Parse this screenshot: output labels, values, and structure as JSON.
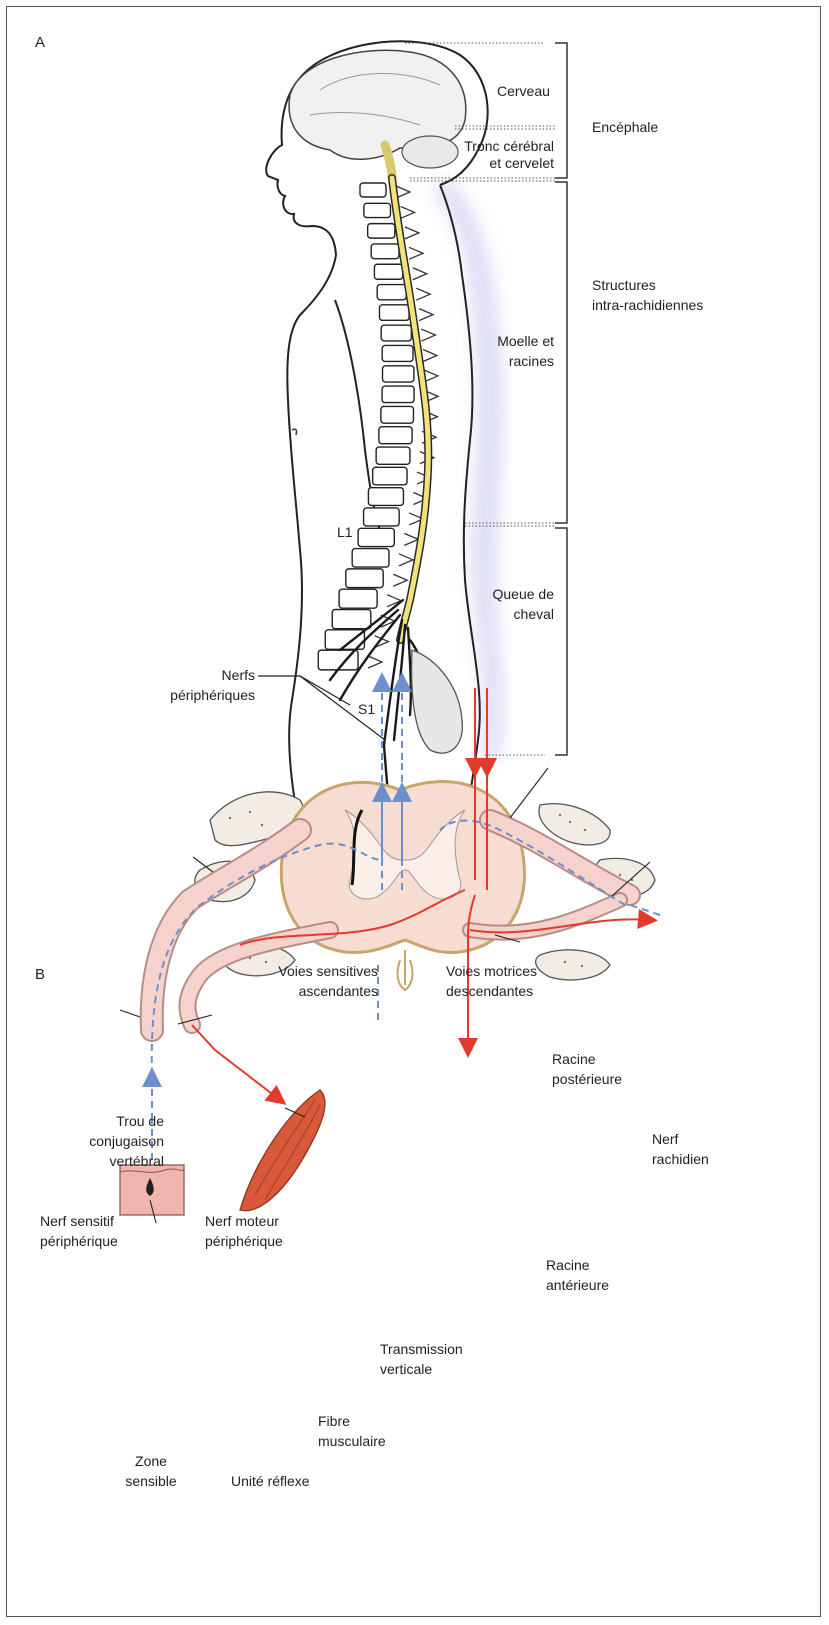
{
  "panel_a": {
    "letter": "A",
    "levels": {
      "cerveau": "Cerveau",
      "tronc_1": "Tronc cérébral",
      "tronc_2": "et cervelet",
      "moelle_1": "Moelle et",
      "moelle_2": "racines",
      "queue_1": "Queue de",
      "queue_2": "cheval"
    },
    "groups": {
      "encephale": "Encéphale",
      "structures_1": "Structures",
      "structures_2": "intra-rachidiennes"
    },
    "markers": {
      "l1": "L1",
      "s1": "S1"
    },
    "nerfs_1": "Nerfs",
    "nerfs_2": "périphériques"
  },
  "panel_b": {
    "letter": "B",
    "voies_sens_1": "Voies sensitives",
    "voies_sens_2": "ascendantes",
    "voies_mot_1": "Voies motrices",
    "voies_mot_2": "descendantes",
    "racine_post_1": "Racine",
    "racine_post_2": "postérieure",
    "trou_1": "Trou de",
    "trou_2": "conjugaison",
    "trou_3": "vertébral",
    "nerf_rach_1": "Nerf",
    "nerf_rach_2": "rachidien",
    "nerf_sens_1": "Nerf sensitif",
    "nerf_sens_2": "périphérique",
    "nerf_mot_1": "Nerf moteur",
    "nerf_mot_2": "périphérique",
    "racine_ant_1": "Racine",
    "racine_ant_2": "antérieure",
    "transmission_1": "Transmission",
    "transmission_2": "verticale",
    "fibre_1": "Fibre",
    "fibre_2": "musculaire",
    "zone_1": "Zone",
    "zone_2": "sensible",
    "unite": "Unité réflexe"
  },
  "colors": {
    "spinal_cord": "#f2e27a",
    "nerve_pink": "#f6d2cc",
    "motor_red": "#e03b2c",
    "sensory_blue": "#6d8fcc",
    "halo": "#c7c6ee",
    "muscle": "#d85a3a"
  }
}
